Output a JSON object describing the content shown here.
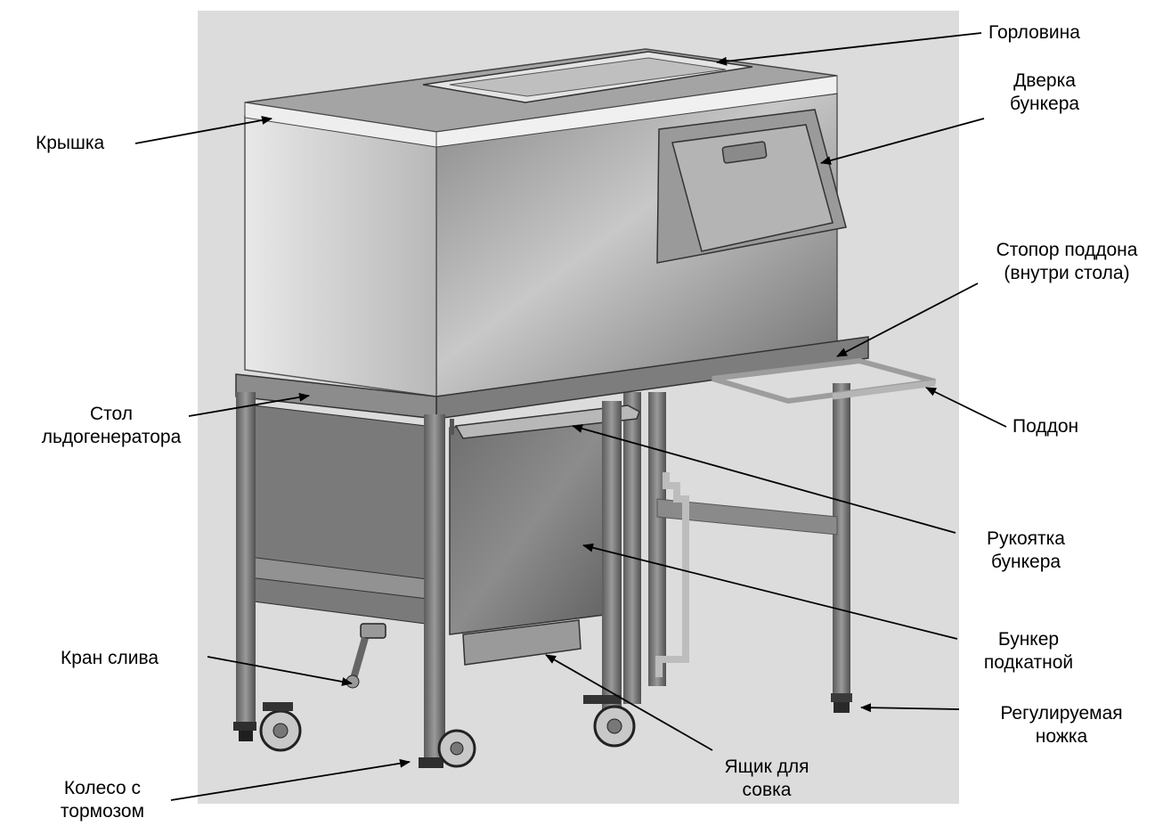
{
  "labels": {
    "gorlovina": {
      "lines": [
        "Горловина"
      ]
    },
    "dverka": {
      "lines": [
        "Дверка",
        "бункера"
      ]
    },
    "kryshka": {
      "lines": [
        "Крышка"
      ]
    },
    "stopor": {
      "lines": [
        "Стопор поддона",
        "(внутри стола)"
      ]
    },
    "stol": {
      "lines": [
        "Стол",
        "льдогенератора"
      ]
    },
    "poddon": {
      "lines": [
        "Поддон"
      ]
    },
    "rukoyatka": {
      "lines": [
        "Рукоятка",
        "бункера"
      ]
    },
    "bunker": {
      "lines": [
        "Бункер",
        "подкатной"
      ]
    },
    "kran": {
      "lines": [
        "Кран слива"
      ]
    },
    "regul": {
      "lines": [
        "Регулируемая",
        "ножка"
      ]
    },
    "yashchik": {
      "lines": [
        "Ящик для",
        "совка"
      ]
    },
    "koleso": {
      "lines": [
        "Колесо с",
        "тормозом"
      ]
    }
  },
  "colors": {
    "background": "#dcdcdc",
    "steel": "#a8a8a8",
    "frame": "#7a7a7a",
    "line": "#000000"
  }
}
